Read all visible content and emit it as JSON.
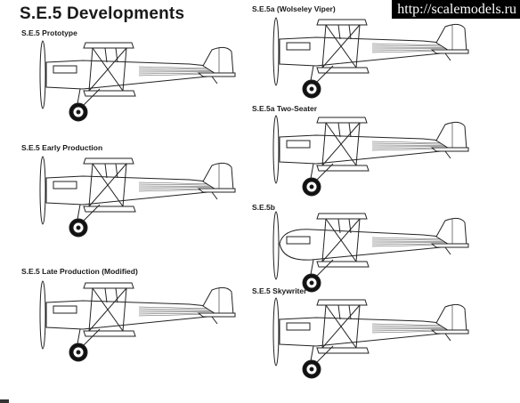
{
  "title": "S.E.5 Developments",
  "watermark": "http://scalemodels.ru",
  "variants": [
    {
      "label": "S.E.5 Prototype"
    },
    {
      "label": "S.E.5 Early Production"
    },
    {
      "label": "S.E.5 Late Production (Modified)"
    },
    {
      "label": "S.E.5a (Wolseley Viper)"
    },
    {
      "label": "S.E.5a Two-Seater"
    },
    {
      "label": "S.E.5b"
    },
    {
      "label": "S.E.5 Skywriter"
    }
  ],
  "colors": {
    "line": "#222222",
    "background": "#ffffff",
    "watermark_bg": "#000000"
  }
}
